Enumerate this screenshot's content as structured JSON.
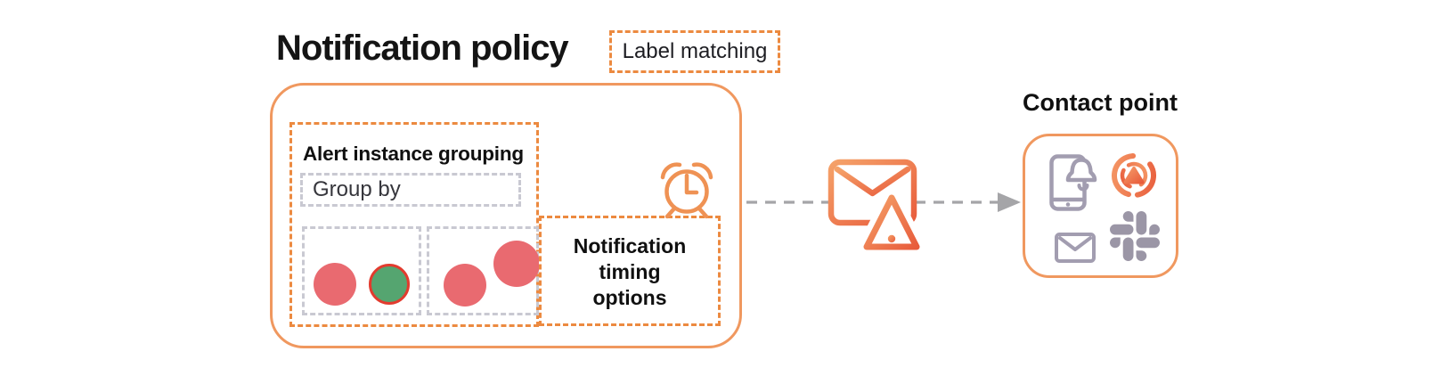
{
  "diagram": {
    "policy": {
      "title": "Notification policy",
      "label_matching_tag": "Label matching",
      "grouping": {
        "heading": "Alert instance grouping",
        "group_by_label": "Group by"
      },
      "timing_label": "Notification timing options"
    },
    "contact": {
      "title": "Contact point"
    },
    "icons": {
      "alarm_clock": "alarm-clock-icon",
      "email_alert": "email-with-warning-icon",
      "phone_notification": "phone-with-bell-icon",
      "grafana_oncall": "grafana-oncall-icon",
      "email": "envelope-icon",
      "slack": "slack-icon",
      "flow_arrow": "dashed-arrow-right"
    },
    "colors": {
      "orange_solid": "#f0985f",
      "orange_dash": "#ec8a40",
      "gray_dash": "#c9c9d2",
      "arrow_gray": "#a5a5a8",
      "firing_red": "#e96a70",
      "resolved_green": "#55a570",
      "resolved_ring_red": "#e23b2e",
      "icon_gray": "#a29db0",
      "mail_gradient_start": "#f5a269",
      "mail_gradient_end": "#e85c3c"
    }
  }
}
